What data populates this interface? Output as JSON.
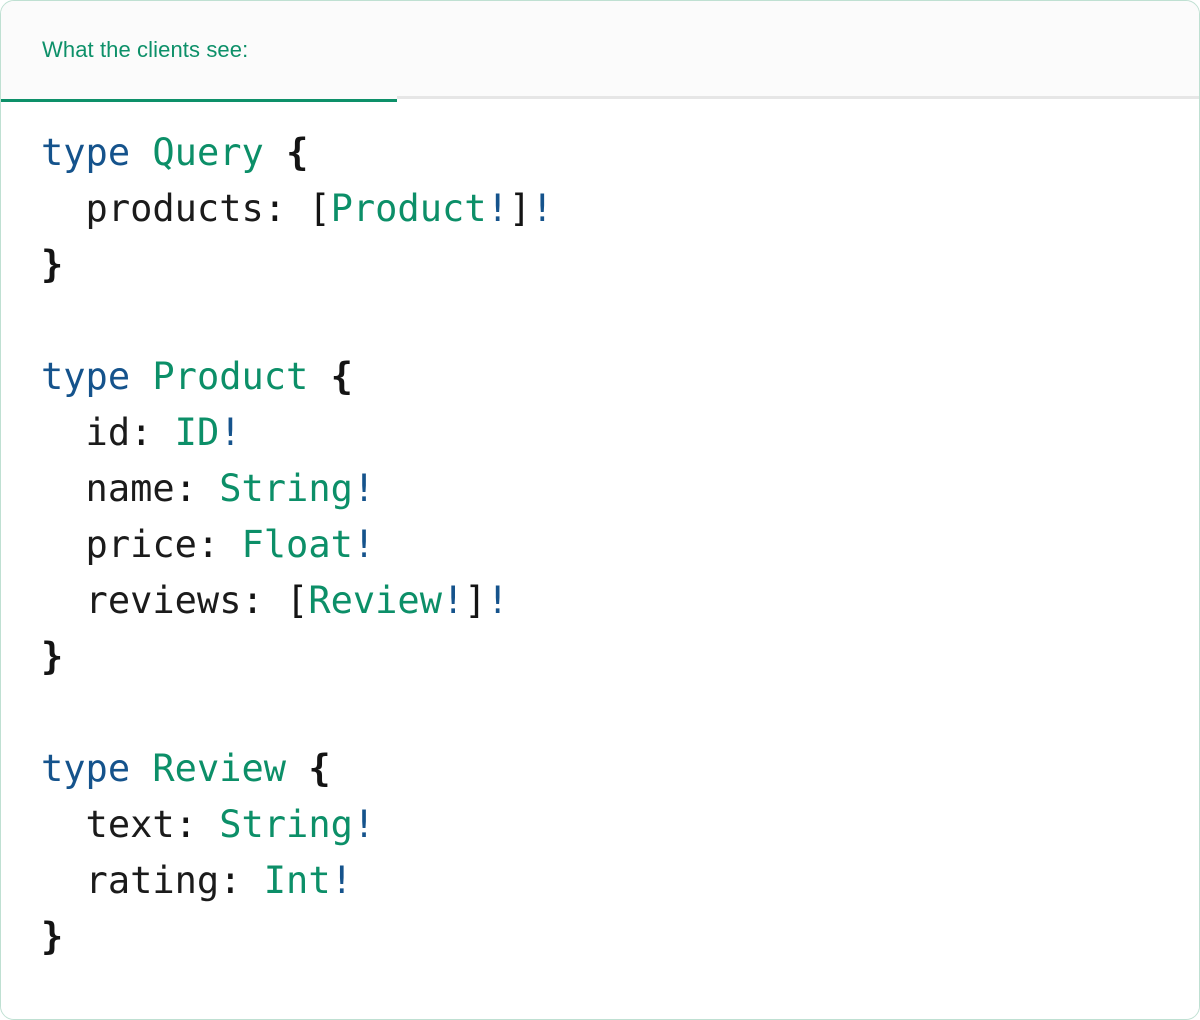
{
  "card": {
    "border_color": "#bfe0d2",
    "background": "#ffffff"
  },
  "header": {
    "tab_label": "What the clients see:",
    "accent_color": "#0d9069",
    "background": "#fbfbfb",
    "divider_color": "#e6e6e6"
  },
  "code": {
    "language": "graphql",
    "colors": {
      "keyword": "#15538c",
      "type": "#0c8f68",
      "field": "#1b1b1b",
      "punctuation": "#141414",
      "non_null_bang": "#15538c"
    },
    "lines": [
      {
        "id": "l1",
        "tokens": [
          {
            "t": "type",
            "c": "keyword"
          },
          {
            "t": " ",
            "c": "plain"
          },
          {
            "t": "Query",
            "c": "type"
          },
          {
            "t": " ",
            "c": "plain"
          },
          {
            "t": "{",
            "c": "brace"
          }
        ]
      },
      {
        "id": "l2",
        "tokens": [
          {
            "t": "  products",
            "c": "field"
          },
          {
            "t": ": ",
            "c": "punct"
          },
          {
            "t": "[",
            "c": "punct"
          },
          {
            "t": "Product",
            "c": "type"
          },
          {
            "t": "!",
            "c": "bang"
          },
          {
            "t": "]",
            "c": "punct"
          },
          {
            "t": "!",
            "c": "bang"
          }
        ]
      },
      {
        "id": "l3",
        "tokens": [
          {
            "t": "}",
            "c": "brace"
          }
        ]
      },
      {
        "id": "l4",
        "tokens": []
      },
      {
        "id": "l5",
        "tokens": [
          {
            "t": "type",
            "c": "keyword"
          },
          {
            "t": " ",
            "c": "plain"
          },
          {
            "t": "Product",
            "c": "type"
          },
          {
            "t": " ",
            "c": "plain"
          },
          {
            "t": "{",
            "c": "brace"
          }
        ]
      },
      {
        "id": "l6",
        "tokens": [
          {
            "t": "  id",
            "c": "field"
          },
          {
            "t": ": ",
            "c": "punct"
          },
          {
            "t": "ID",
            "c": "type"
          },
          {
            "t": "!",
            "c": "bang"
          }
        ]
      },
      {
        "id": "l7",
        "tokens": [
          {
            "t": "  name",
            "c": "field"
          },
          {
            "t": ": ",
            "c": "punct"
          },
          {
            "t": "String",
            "c": "type"
          },
          {
            "t": "!",
            "c": "bang"
          }
        ]
      },
      {
        "id": "l8",
        "tokens": [
          {
            "t": "  price",
            "c": "field"
          },
          {
            "t": ": ",
            "c": "punct"
          },
          {
            "t": "Float",
            "c": "type"
          },
          {
            "t": "!",
            "c": "bang"
          }
        ]
      },
      {
        "id": "l9",
        "tokens": [
          {
            "t": "  reviews",
            "c": "field"
          },
          {
            "t": ": ",
            "c": "punct"
          },
          {
            "t": "[",
            "c": "punct"
          },
          {
            "t": "Review",
            "c": "type"
          },
          {
            "t": "!",
            "c": "bang"
          },
          {
            "t": "]",
            "c": "punct"
          },
          {
            "t": "!",
            "c": "bang"
          }
        ]
      },
      {
        "id": "l10",
        "tokens": [
          {
            "t": "}",
            "c": "brace"
          }
        ]
      },
      {
        "id": "l11",
        "tokens": []
      },
      {
        "id": "l12",
        "tokens": [
          {
            "t": "type",
            "c": "keyword"
          },
          {
            "t": " ",
            "c": "plain"
          },
          {
            "t": "Review",
            "c": "type"
          },
          {
            "t": " ",
            "c": "plain"
          },
          {
            "t": "{",
            "c": "brace"
          }
        ]
      },
      {
        "id": "l13",
        "tokens": [
          {
            "t": "  text",
            "c": "field"
          },
          {
            "t": ": ",
            "c": "punct"
          },
          {
            "t": "String",
            "c": "type"
          },
          {
            "t": "!",
            "c": "bang"
          }
        ]
      },
      {
        "id": "l14",
        "tokens": [
          {
            "t": "  rating",
            "c": "field"
          },
          {
            "t": ": ",
            "c": "punct"
          },
          {
            "t": "Int",
            "c": "type"
          },
          {
            "t": "!",
            "c": "bang"
          }
        ]
      },
      {
        "id": "l15",
        "tokens": [
          {
            "t": "}",
            "c": "brace"
          }
        ]
      }
    ]
  }
}
